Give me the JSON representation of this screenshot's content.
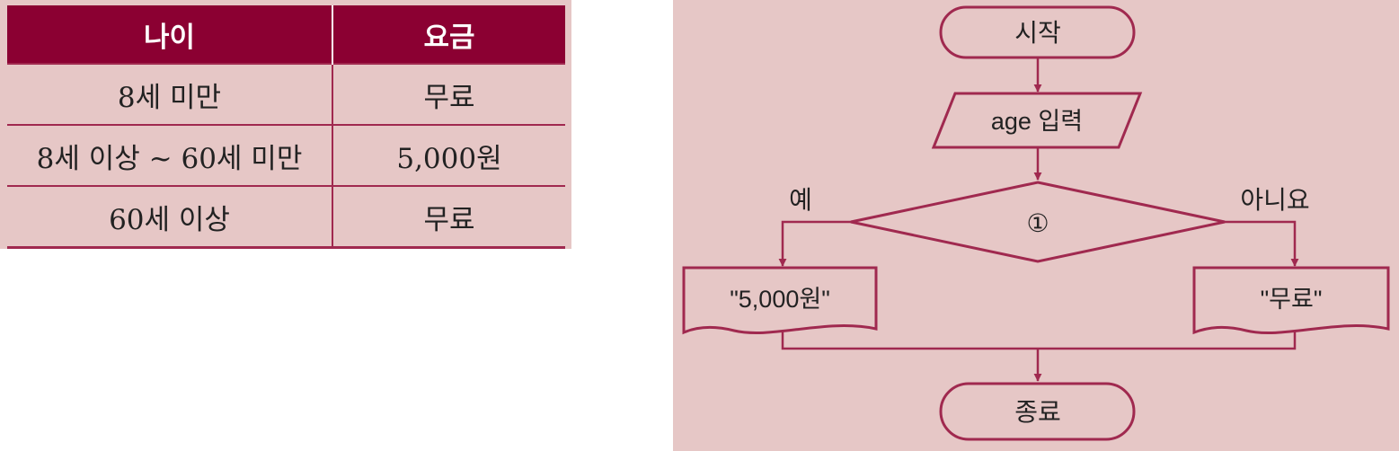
{
  "fee_table": {
    "headers": {
      "age": "나이",
      "fee": "요금"
    },
    "rows": [
      {
        "age": "8세 미만",
        "fee": "무료"
      },
      {
        "age": "8세 이상 ~ 60세 미만",
        "fee": "5,000원"
      },
      {
        "age": "60세 이상",
        "fee": "무료"
      }
    ]
  },
  "flowchart": {
    "start": "시작",
    "input": "age 입력",
    "decision": "①",
    "yes_label": "예",
    "no_label": "아니요",
    "yes_output": "\"5,000원\"",
    "no_output": "\"무료\"",
    "end": "종료"
  },
  "colors": {
    "header_bg": "#8b0032",
    "line": "#a0294f",
    "panel_bg": "#e6c7c6"
  }
}
